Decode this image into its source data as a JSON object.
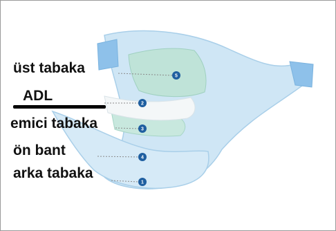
{
  "colors": {
    "diaper_base": "#cfe6f5",
    "diaper_edge": "#a9cfe9",
    "tab_blue": "#8ec1ea",
    "top_sheet_green": "#bfe3d8",
    "adl_white": "#f4f7f8",
    "marker_blue": "#1f5fa0"
  },
  "layers": [
    {
      "label": "üst tabaka",
      "number": "5"
    },
    {
      "label": "ADL",
      "number": "2"
    },
    {
      "label": "emici tabaka",
      "number": "3"
    },
    {
      "label": "ön bant",
      "number": "4"
    },
    {
      "label": "arka tabaka",
      "number": "1"
    }
  ]
}
